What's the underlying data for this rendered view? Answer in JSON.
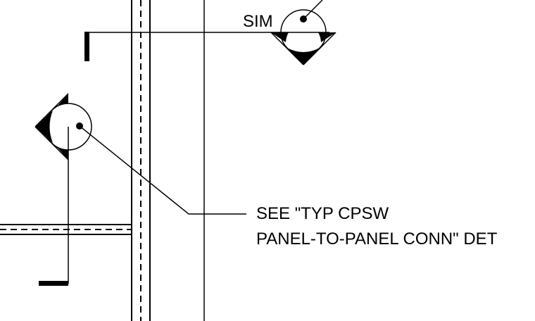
{
  "annotations": {
    "sim": "SIM",
    "note_line_1": "SEE \"TYP CPSW",
    "note_line_2": "PANEL-TO-PANEL CONN\" DET"
  },
  "colors": {
    "ink": "#000000",
    "background": "#ffffff"
  },
  "symbols": {
    "section_marker_top": "section-cut-marker",
    "section_marker_left": "section-cut-marker"
  }
}
